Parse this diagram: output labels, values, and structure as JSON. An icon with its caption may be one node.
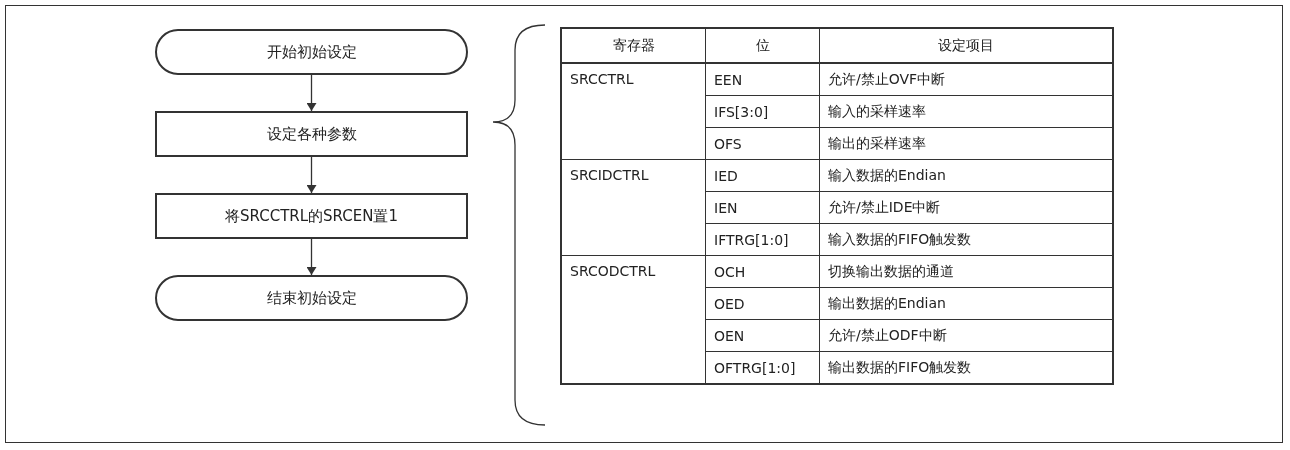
{
  "diagram": {
    "nodes": [
      {
        "text": [
          "开始初始设定"
        ]
      },
      {
        "text": [
          "设定各种参数"
        ]
      },
      {
        "text": [
          "将SRCCTRL的SRCEN置1"
        ]
      },
      {
        "text": [
          "结束初始设定"
        ]
      }
    ],
    "edges": [
      {
        "from": 0,
        "to": 1,
        "arrow": "to"
      },
      {
        "from": 1,
        "to": 2,
        "arrow": "to"
      },
      {
        "from": 2,
        "to": 3,
        "arrow": "to"
      }
    ],
    "labels": [
      "寄存器",
      "位",
      "设定项目",
      "SRCCTRL",
      "EEN",
      "允许/禁止OVF中断",
      "IFS[3:0]",
      "输入的采样速率",
      "OFS",
      "输出的采样速率",
      "SRCIDCTRL",
      "IED",
      "输入数据的Endian",
      "IEN",
      "允许/禁止IDE中断",
      "IFTRG[1:0]",
      "输入数据的FIFO触发数",
      "SRCODCTRL",
      "OCH",
      "切换输出数据的通道",
      "OED",
      "输出数据的Endian",
      "OEN",
      "允许/禁止ODF中断",
      "OFTRG[1:0]",
      "输出数据的FIFO触发数"
    ]
  }
}
